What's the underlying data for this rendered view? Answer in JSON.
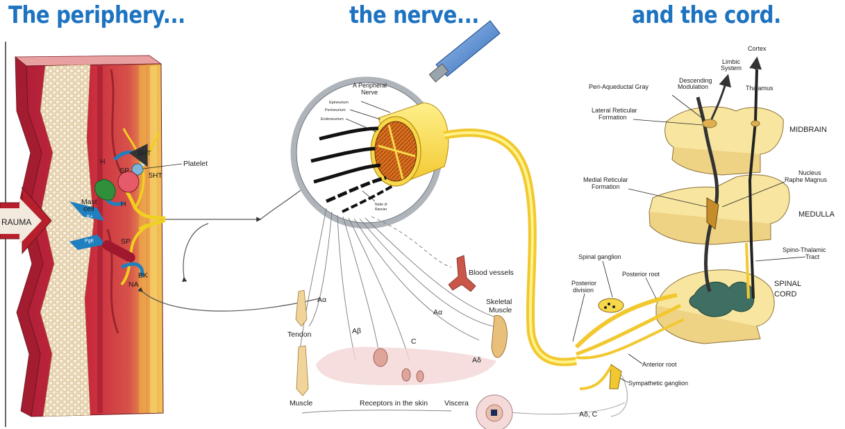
{
  "headings": {
    "periphery": "The periphery...",
    "nerve": "the nerve...",
    "cord": "and the cord."
  },
  "periphery_labels": {
    "trauma": "RAUMA",
    "ht_top": "5HT",
    "ht_right": "5HT",
    "h_left": "H",
    "h_bottom": "H",
    "sp_top": "SP",
    "sp_bottom": "SP",
    "platelet": "Platelet",
    "mast_cell_1": "Mast",
    "mast_cell_2": "cell",
    "k_plus": "K+",
    "pge": "PgE",
    "bk": "BK",
    "na": "NA"
  },
  "nerve_labels": {
    "peripheral_nerve_1": "A Peripheral",
    "peripheral_nerve_2": "Nerve",
    "epineurium": "Epineurium",
    "perineurium": "Perineurium",
    "endoneurium": "Endoneurium",
    "node_1": "Node of",
    "node_2": "Ranvier",
    "blood_vessels": "Blood vessels",
    "a_alpha_1": "Aα",
    "a_alpha_2": "Aα",
    "a_beta": "Aβ",
    "c_fiber": "C",
    "a_delta": "Aδ",
    "skeletal_1": "Skeletal",
    "skeletal_2": "Muscle",
    "tendon": "Tendon",
    "muscle": "Muscle",
    "receptors": "Receptors in the skin",
    "viscera": "Viscera",
    "a_delta_c": "Aδ, C"
  },
  "cord_labels": {
    "cortex": "Cortex",
    "limbic_1": "Limbic",
    "limbic_2": "System",
    "thalamus": "Thalamus",
    "desc_mod_1": "Descending",
    "desc_mod_2": "Modulation",
    "pag": "Peri-Aqueductal Gray",
    "lat_ret_1": "Lateral Reticular",
    "lat_ret_2": "Formation",
    "midbrain": "MIDBRAIN",
    "nrm_1": "Nucleus",
    "nrm_2": "Raphe Magnus",
    "med_ret_1": "Medial Reticular",
    "med_ret_2": "Formation",
    "medulla": "MEDULLA",
    "spino_1": "Spino-Thalamic",
    "spino_2": "Tract",
    "spinal_ganglion": "Spinal ganglion",
    "posterior_root": "Posterior root",
    "posterior_div_1": "Posterior",
    "posterior_div_2": "division",
    "spinal_cord_1": "SPINAL",
    "spinal_cord_2": "CORD",
    "anterior_root": "Anterior root",
    "sympathetic_ganglion": "Sympathetic ganglion"
  }
}
